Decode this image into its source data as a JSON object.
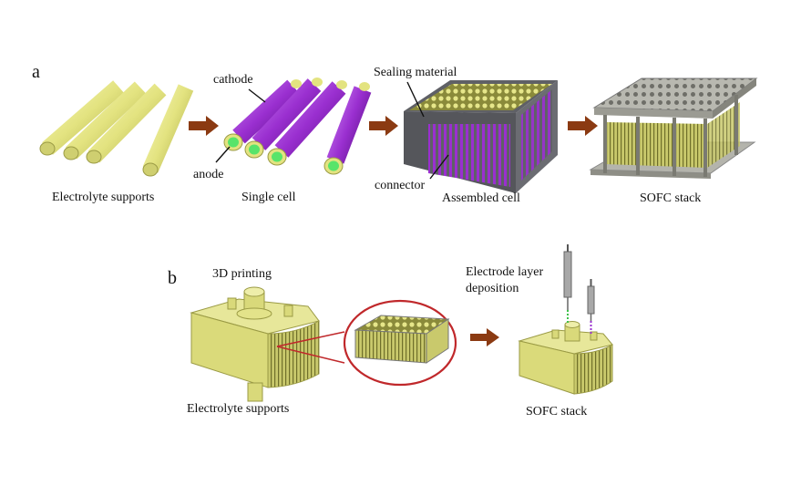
{
  "panels": {
    "a": "a",
    "b": "b"
  },
  "row_a": {
    "electrolyte_supports": "Electrolyte supports",
    "single_cell": "Single cell",
    "cathode": "cathode",
    "anode": "anode",
    "sealing_material": "Sealing material",
    "connector": "connector",
    "assembled_cell": "Assembled cell",
    "sofc_stack": "SOFC stack"
  },
  "row_b": {
    "printing": "3D printing",
    "electrolyte_supports": "Electrolyte supports",
    "electrode_line1": "Electrode layer",
    "electrode_line2": "deposition",
    "sofc_stack": "SOFC stack"
  },
  "colors": {
    "tube_yellow": "#e6e68a",
    "tube_purple": "#9a2fd0",
    "anode_green": "#58e46a",
    "arrow_brown": "#8b3a12",
    "box_gray": "#5f6066",
    "zoom_ring": "#c0282b"
  }
}
